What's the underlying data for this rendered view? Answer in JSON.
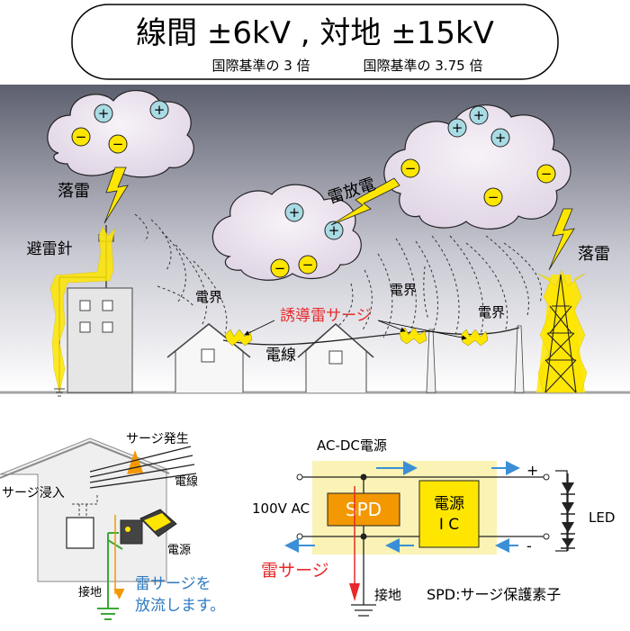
{
  "header": {
    "title": "線間 ±6kV , 対地 ±15kV",
    "subtitle_left": "国際基準の 3 倍",
    "subtitle_right": "国際基準の 3.75 倍"
  },
  "scene": {
    "lightning_left": "落雷",
    "lightning_right": "落雷",
    "rod": "避雷針",
    "cloud_discharge": "雷放電",
    "field_1": "電界",
    "field_2": "電界",
    "field_3": "電界",
    "induced_surge": "誘導雷サージ",
    "power_line": "電線",
    "charge_plus": "+",
    "charge_minus": "−"
  },
  "house": {
    "surge_generation": "サージ発生",
    "power_line": "電線",
    "surge_entry": "サージ浸入",
    "power_supply": "電源",
    "ground": "接地",
    "discharge_line1": "雷サージを",
    "discharge_line2": "放流します。"
  },
  "circuit": {
    "title": "AC-DC電源",
    "input": "100V AC",
    "spd": "SPD",
    "ic_line1": "電源",
    "ic_line2": "I C",
    "plus": "+",
    "minus": "-",
    "led": "LED",
    "surge": "雷サージ",
    "ground": "接地",
    "legend": "SPD:サージ保護素子"
  },
  "colors": {
    "sky_top": "#5c5f6e",
    "sky_bottom": "#ffffff",
    "cloud": "#ece4ef",
    "plus_charge": "#a9dbe4",
    "minus_charge": "#ffe600",
    "lightning": "#ffe600",
    "surge_red": "#e8292b",
    "spd_orange": "#f39800",
    "ac_dc_box": "#faf3b5",
    "arrow_blue": "#3b8fd6",
    "ground_green": "#3aa935",
    "surge_arrow_orange": "#f39800"
  }
}
